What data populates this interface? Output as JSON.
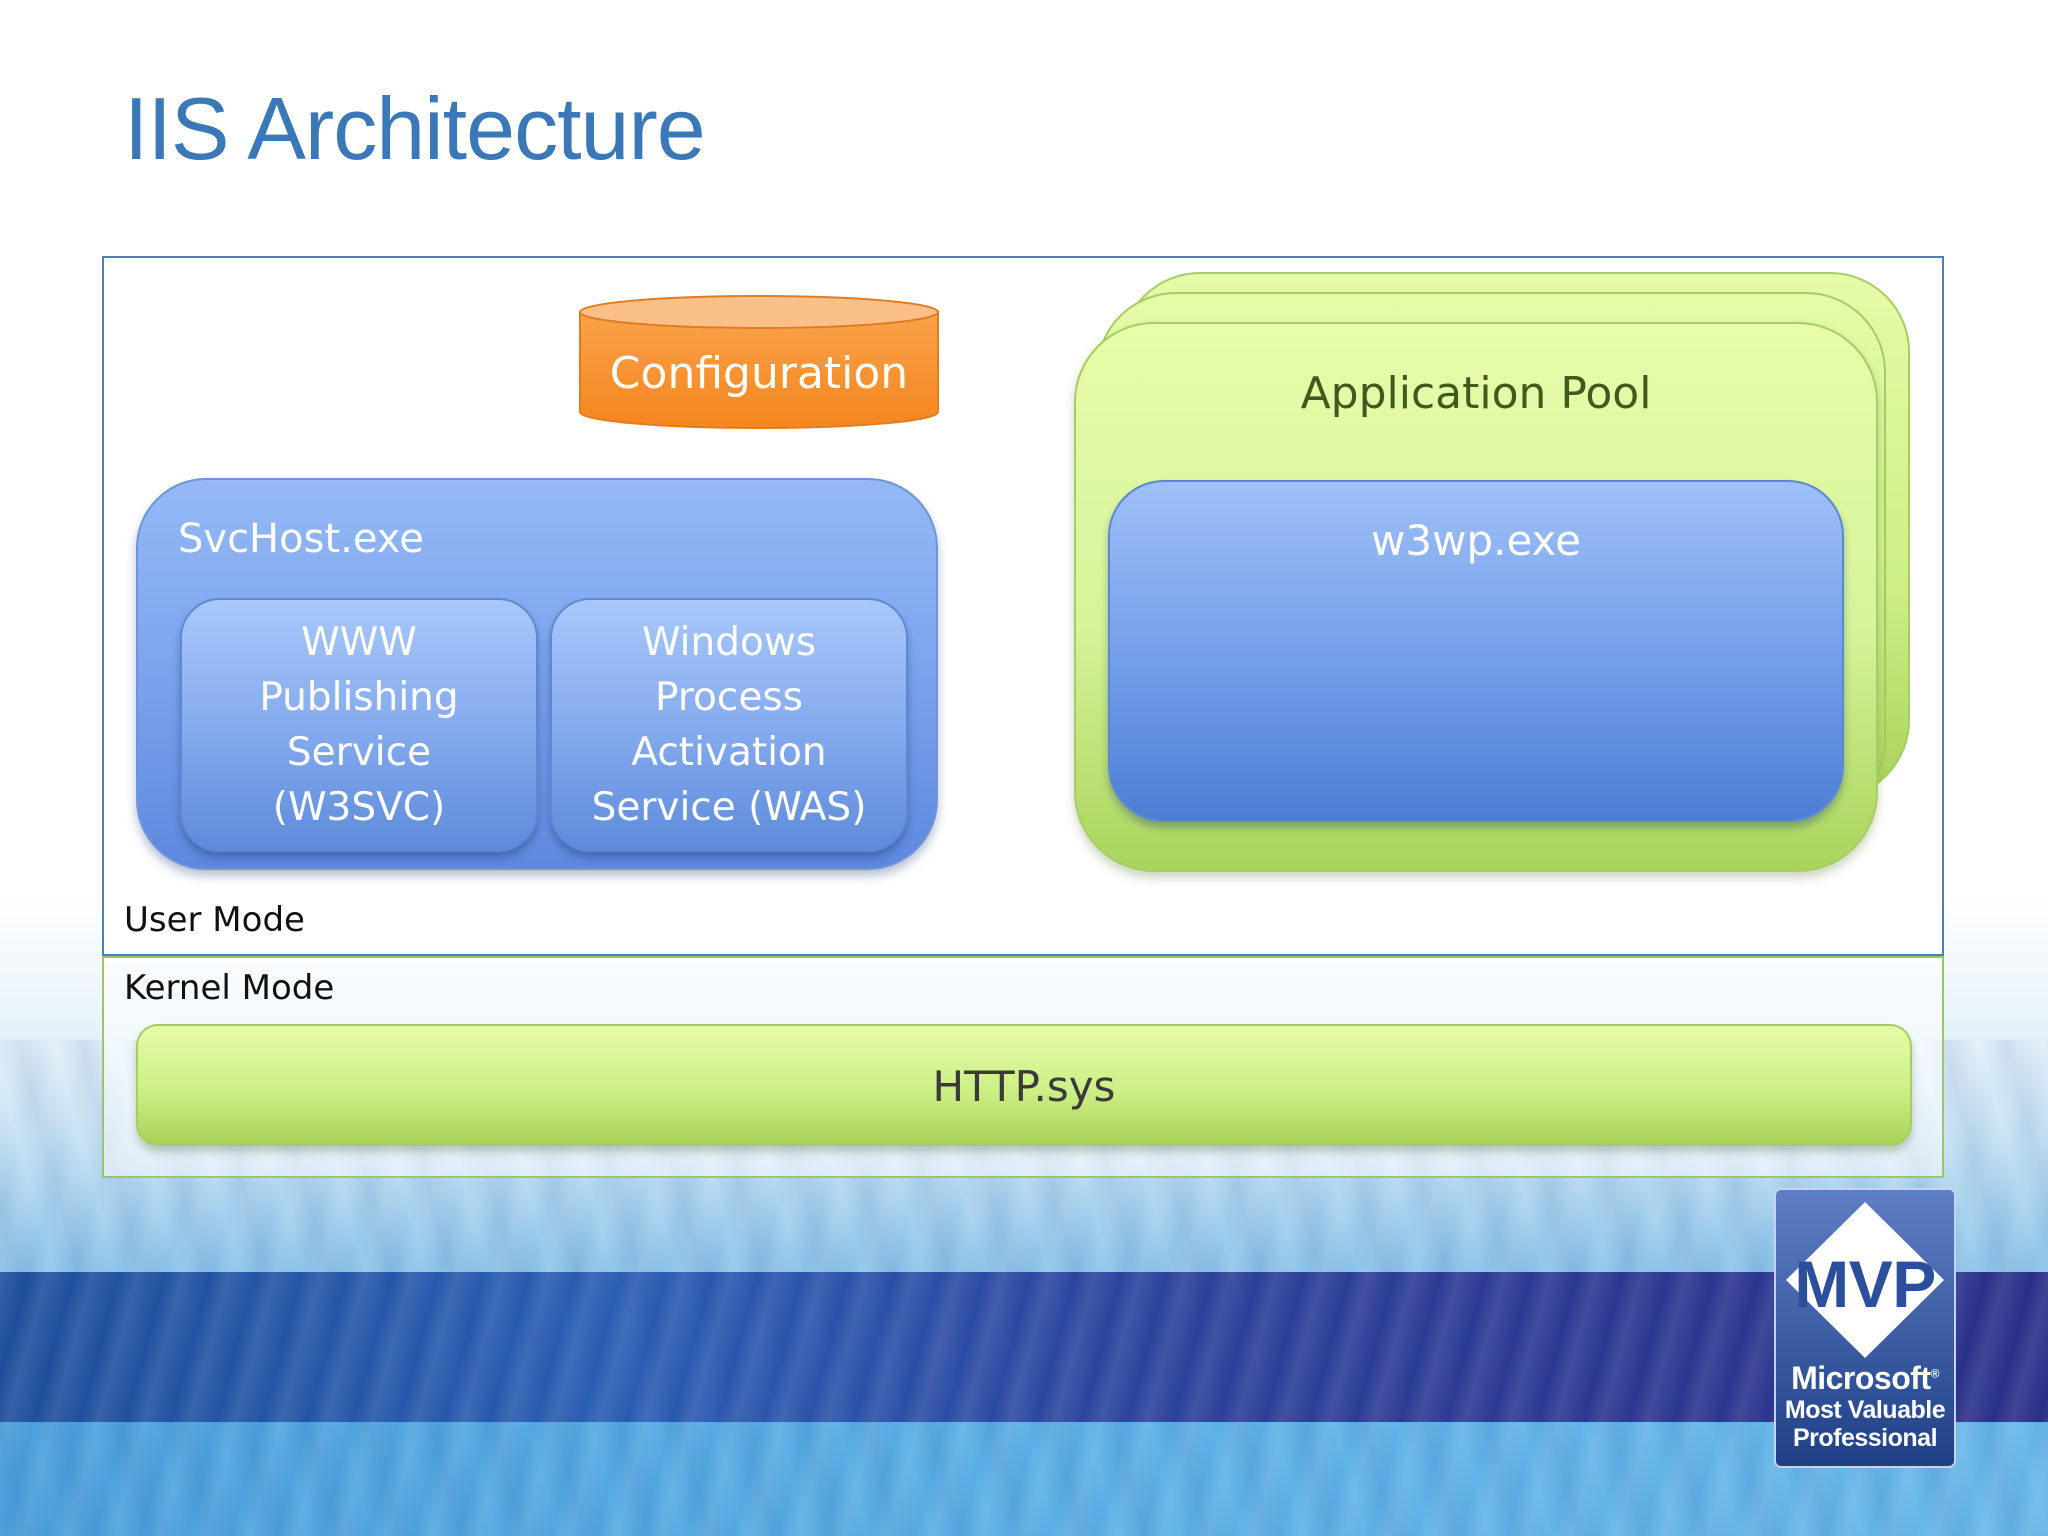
{
  "slide": {
    "title": "IIS Architecture"
  },
  "diagram": {
    "user_mode_label": "User Mode",
    "kernel_mode_label": "Kernel Mode",
    "configuration": "Configuration",
    "svchost": {
      "label": "SvcHost.exe",
      "services": [
        {
          "label": "WWW\nPublishing\nService\n(W3SVC)"
        },
        {
          "label": "Windows\nProcess\nActivation\nService (WAS)"
        }
      ]
    },
    "application_pool": {
      "label": "Application Pool",
      "worker": "w3wp.exe"
    },
    "http_sys": "HTTP.sys"
  },
  "logo": {
    "abbr": "MVP",
    "line1": "Microsoft",
    "registered": "®",
    "line2": "Most Valuable",
    "line3": "Professional"
  },
  "colors": {
    "title": "#3a78b8",
    "user_mode_border": "#4a7fc1",
    "kernel_mode_border": "#9cc85a",
    "configuration_fill": "#f7952e",
    "blue_box": "#7ea6ee",
    "green_box": "#cdef86",
    "mvp_blue": "#2b4f9c"
  }
}
